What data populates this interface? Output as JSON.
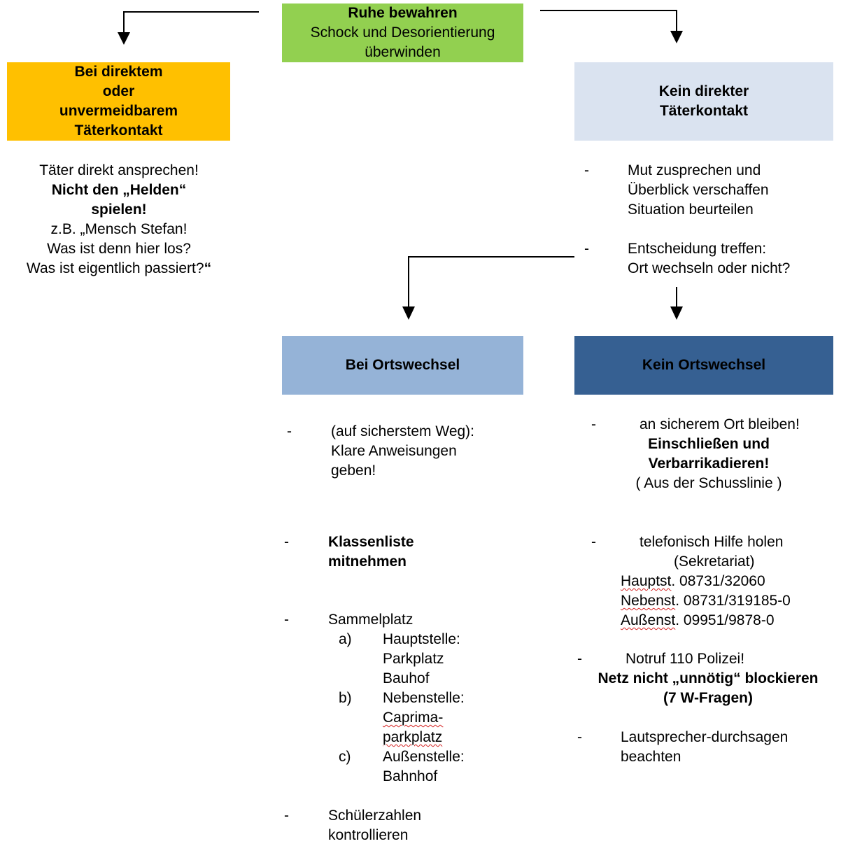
{
  "colors": {
    "top_box": "#92d050",
    "direct_box": "#ffc000",
    "no_direct_box": "#dae3f0",
    "change_box": "#95b3d7",
    "no_change_box": "#366092"
  },
  "top_box": {
    "title": "Ruhe bewahren",
    "line1": "Schock und Desorientierung",
    "line2": "überwinden"
  },
  "direct_contact": {
    "title": [
      "Bei direktem",
      "oder",
      "unvermeidbarem",
      "Täterkontakt"
    ],
    "text": {
      "line1": "Täter direkt ansprechen!",
      "bold1": "Nicht den „Helden“",
      "bold2": "spielen!",
      "line2": "z.B. „Mensch Stefan!",
      "line3": "Was ist denn hier los?",
      "line4": "Was ist eigentlich passiert?",
      "line4_end": "“"
    }
  },
  "no_direct_contact": {
    "title": [
      "Kein direkter",
      "Täterkontakt"
    ],
    "items": [
      {
        "dash": "-",
        "lines": [
          "Mut zusprechen und",
          "Überblick verschaffen",
          "Situation beurteilen"
        ]
      },
      {
        "dash": "-",
        "lines": [
          "Entscheidung treffen:",
          "Ort wechseln oder nicht?"
        ]
      }
    ]
  },
  "location_change": {
    "title": "Bei Ortswechsel",
    "item1": {
      "dash": "-",
      "lines": [
        "(auf sicherstem Weg):",
        "Klare Anweisungen",
        "geben!"
      ]
    },
    "item2": {
      "dash": "-",
      "lines": [
        "Klassenliste",
        "mitnehmen"
      ]
    },
    "item3": {
      "dash": "-",
      "label": "Sammelplatz",
      "subitems": [
        {
          "marker": "a)",
          "lines": [
            "Hauptstelle:",
            "Parkplatz",
            "Bauhof"
          ]
        },
        {
          "marker": "b)",
          "lines": [
            "Nebenstelle:",
            "Caprima-",
            "parkplatz"
          ]
        },
        {
          "marker": "c)",
          "lines": [
            "Außenstelle:",
            "Bahnhof"
          ]
        }
      ]
    },
    "item4": {
      "dash": "-",
      "lines": [
        "Schülerzahlen",
        "kontrollieren"
      ]
    }
  },
  "no_location_change": {
    "title": "Kein Ortswechsel",
    "item1": {
      "dash": "-",
      "line1": "an sicherem Ort bleiben!",
      "bold1": "Einschließen und",
      "bold2": "Verbarrikadieren!",
      "line2": "( Aus der Schusslinie )"
    },
    "item2": {
      "dash": "-",
      "line1": "telefonisch Hilfe holen",
      "line2": "(Sekretariat)",
      "phones": [
        {
          "label": "Hauptst",
          "number": ". 08731/32060"
        },
        {
          "label": "Nebenst",
          "number": ". 08731/319185-0"
        },
        {
          "label": "Außenst",
          "number": ". 09951/9878-0"
        }
      ]
    },
    "item3": {
      "dash": "-",
      "line1": "Notruf 110 Polizei!",
      "bold1": "Netz nicht „unnötig“ blockieren",
      "bold2": "(7 W-Fragen)"
    },
    "item4": {
      "dash": "-",
      "lines": [
        "Lautsprecher-durchsagen",
        "beachten"
      ]
    }
  }
}
